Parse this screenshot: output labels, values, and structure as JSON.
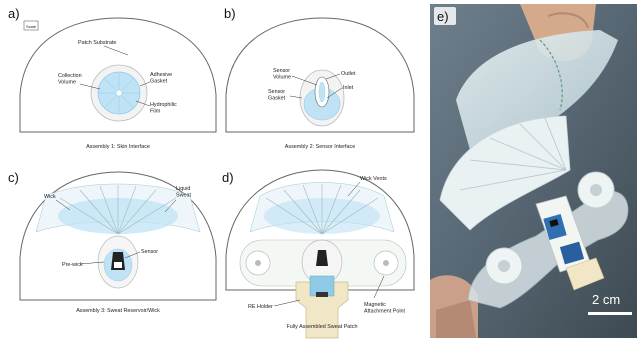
{
  "panels": {
    "a": {
      "label": "a)",
      "scale_box": "Scale",
      "labels": {
        "patch_substrate": "Patch Substrate",
        "collection_volume": "Collection Volume",
        "adhesive_gasket": "Adhesive Gasket",
        "hydrophilic_film": "Hydrophilic Film"
      },
      "caption": "Assembly 1: Skin Interface"
    },
    "b": {
      "label": "b)",
      "labels": {
        "sensor_volume": "Sensor Volume",
        "outlet": "Outlet",
        "sensor_gasket": "Sensor Gasket",
        "inlet": "Inlet"
      },
      "caption": "Assembly 2: Sensor Interface"
    },
    "c": {
      "label": "c)",
      "labels": {
        "wick": "Wick",
        "liquid_sweat": "Liquid Sweat",
        "pre_wick": "Pre-wick",
        "sensor": "Sensor"
      },
      "caption": "Assembly 3: Sweat Reservoir/Wick"
    },
    "d": {
      "label": "d)",
      "labels": {
        "wick_vents": "Wick Vents",
        "re_holder": "RE Holder",
        "magnetic_attachment": "Magnetic Attachment Point"
      },
      "caption": "Fully Assembled Sweat Patch"
    },
    "e": {
      "label": "e)",
      "scale_text": "2 cm"
    }
  },
  "colors": {
    "blue": "#bfe3f5",
    "blue_dark": "#8fcbe9",
    "photo_bg": "#5b6c78",
    "holder": "#f1e7c6"
  }
}
